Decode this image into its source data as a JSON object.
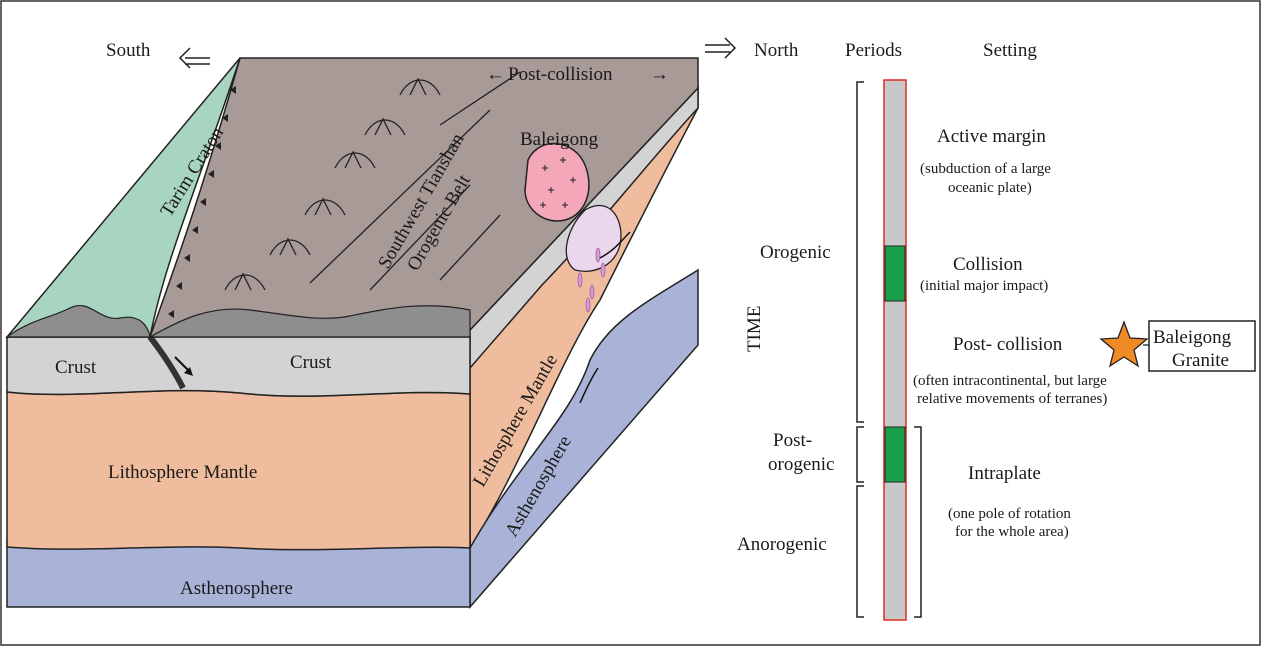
{
  "block_diagram": {
    "direction_south": "South",
    "direction_north": "North",
    "tarim_craton": "Tarim Craton",
    "belt_line1": "Southwest Tianshan",
    "belt_line2": "Orogenic Belt",
    "post_collision_arrow": "Post-collision",
    "baleigong": "Baleigong",
    "crust_left": "Crust",
    "crust_right": "Crust",
    "lithosphere_front": "Lithosphere Mantle",
    "asthenosphere_front": "Asthenosphere",
    "lithosphere_side": "Lithosphere Mantle",
    "asthenosphere_side": "Asthenosphere"
  },
  "time_column": {
    "header_periods": "Periods",
    "header_setting": "Setting",
    "axis_label": "TIME",
    "periods": {
      "orogenic": "Orogenic",
      "post_orogenic_line1": "Post-",
      "post_orogenic_line2": "orogenic",
      "anorogenic": "Anorogenic"
    },
    "settings": {
      "active_margin": "Active margin",
      "active_margin_note1": "(subduction of a large",
      "active_margin_note2": "oceanic plate)",
      "collision": "Collision",
      "collision_note": "(initial major impact)",
      "post_collision": "Post- collision",
      "post_collision_note1": "(often intracontinental, but large",
      "post_collision_note2": "relative movements of terranes)",
      "intraplate": "Intraplate",
      "intraplate_note1": "(one pole of rotation",
      "intraplate_note2": "for the whole area)"
    },
    "granite_box_line1": "Baleigong",
    "granite_box_line2": "Granite"
  },
  "colors": {
    "craton_green": "#a8d5c0",
    "belt_brown": "#a89a97",
    "crust_gray": "#d3d3d3",
    "mantle_peach": "#efbc9d",
    "asthenosphere_blue": "#a9b3d8",
    "granite_pink": "#f4a7b9",
    "bar_gray": "#c8c8c8",
    "bar_green": "#1aa04a",
    "bar_outline": "#e02b20",
    "star_orange": "#f08a24"
  }
}
